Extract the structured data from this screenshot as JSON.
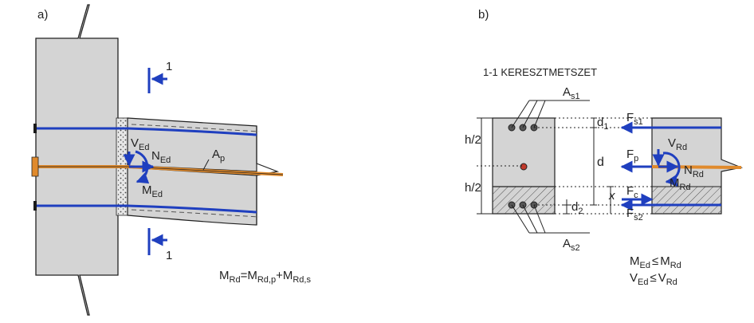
{
  "panel_a": {
    "label": "a)",
    "section_mark": "1",
    "section_mark_bottom": "1",
    "V": "V",
    "V_sub": "Ed",
    "N": "N",
    "N_sub": "Ed",
    "M": "M",
    "M_sub": "Ed",
    "A": "A",
    "A_sub": "p",
    "formula": {
      "lhs": "M",
      "lhs_sub": "Rd",
      "eq": "=",
      "t1": "M",
      "t1_sub": "Rd,p",
      "plus": "+",
      "t2": "M",
      "t2_sub": "Rd,s"
    }
  },
  "panel_b": {
    "label": "b)",
    "section_title": "1-1 KERESZTMETSZET",
    "As1": "A",
    "As1_sub": "s1",
    "As2": "A",
    "As2_sub": "s2",
    "d1": "d",
    "d1_sub": "1",
    "d2": "d",
    "d2_sub": "2",
    "d": "d",
    "x": "x",
    "h_half_top": "h/2",
    "h_half_bottom": "h/2",
    "Fs1": "F",
    "Fs1_sub": "s1",
    "Fp": "F",
    "Fp_sub": "p",
    "Fc": "F",
    "Fc_sub": "c",
    "Fs2": "F",
    "Fs2_sub": "s2",
    "VRd": "V",
    "VRd_sub": "Rd",
    "NRd": "N",
    "NRd_sub": "Rd",
    "MRd": "M",
    "MRd_sub": "Rd",
    "check1": {
      "l": "M",
      "l_sub": "Ed",
      "op": "≤",
      "r": "M",
      "r_sub": "Rd"
    },
    "check2": {
      "l": "V",
      "l_sub": "Ed",
      "op": "≤",
      "r": "V",
      "r_sub": "Rd"
    }
  },
  "colors": {
    "concrete": "#d4d4d4",
    "rebar": "#1f3fbf",
    "tendon": "#e08a2c",
    "hatch": "#555555",
    "dot": "#c0392b"
  }
}
